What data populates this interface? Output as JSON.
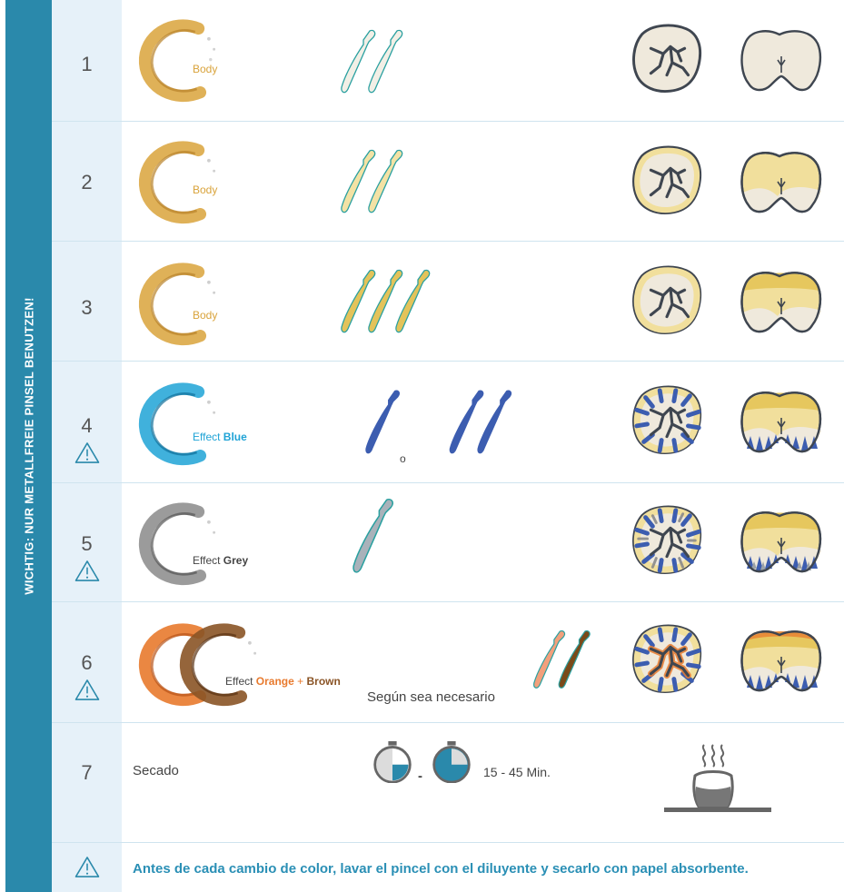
{
  "sidebar": {
    "text": "WICHTIG: NUR METALLFREIE PINSEL BENUTZEN!"
  },
  "colors": {
    "accent": "#2a89ab",
    "body": "#d9a33b",
    "blue": "#1fa3d6",
    "grey": "#777777",
    "orange": "#e87a2e",
    "brown": "#8a5426",
    "tooth_fill": "#efe9dc",
    "yellow_tooth": "#f1df9c",
    "effect_blue_brush": "#3c5db0"
  },
  "rows": [
    {
      "number": "1",
      "warning": false,
      "ring": "gold-ring-icon",
      "label_prefix": "",
      "label_main": "Body",
      "label_extra": ""
    },
    {
      "number": "2",
      "warning": false,
      "ring": "gold-ring-icon",
      "label_prefix": "",
      "label_main": "Body",
      "label_extra": ""
    },
    {
      "number": "3",
      "warning": false,
      "ring": "gold-ring-icon",
      "label_prefix": "",
      "label_main": "Body",
      "label_extra": ""
    },
    {
      "number": "4",
      "warning": true,
      "ring": "blue-ring-icon",
      "label_prefix": "Effect ",
      "label_main": "Blue",
      "label_extra": "",
      "brush_note": "o"
    },
    {
      "number": "5",
      "warning": true,
      "ring": "grey-ring-icon",
      "label_prefix": "Effect ",
      "label_main": "Grey",
      "label_extra": ""
    },
    {
      "number": "6",
      "warning": true,
      "ring": "orange-brown-ring-icon",
      "label_prefix": "Effect ",
      "label_main": "Orange",
      "label_plus": " + ",
      "label_extra": "Brown",
      "brush_note": "Según sea necesario"
    }
  ],
  "row7": {
    "number": "7",
    "label": "Secado",
    "timer_sep": "-",
    "duration": "15 - 45 Min."
  },
  "footer": {
    "text": "Antes de cada cambio de color, lavar el pincel con el diluyente y secarlo con papel absorbente."
  }
}
